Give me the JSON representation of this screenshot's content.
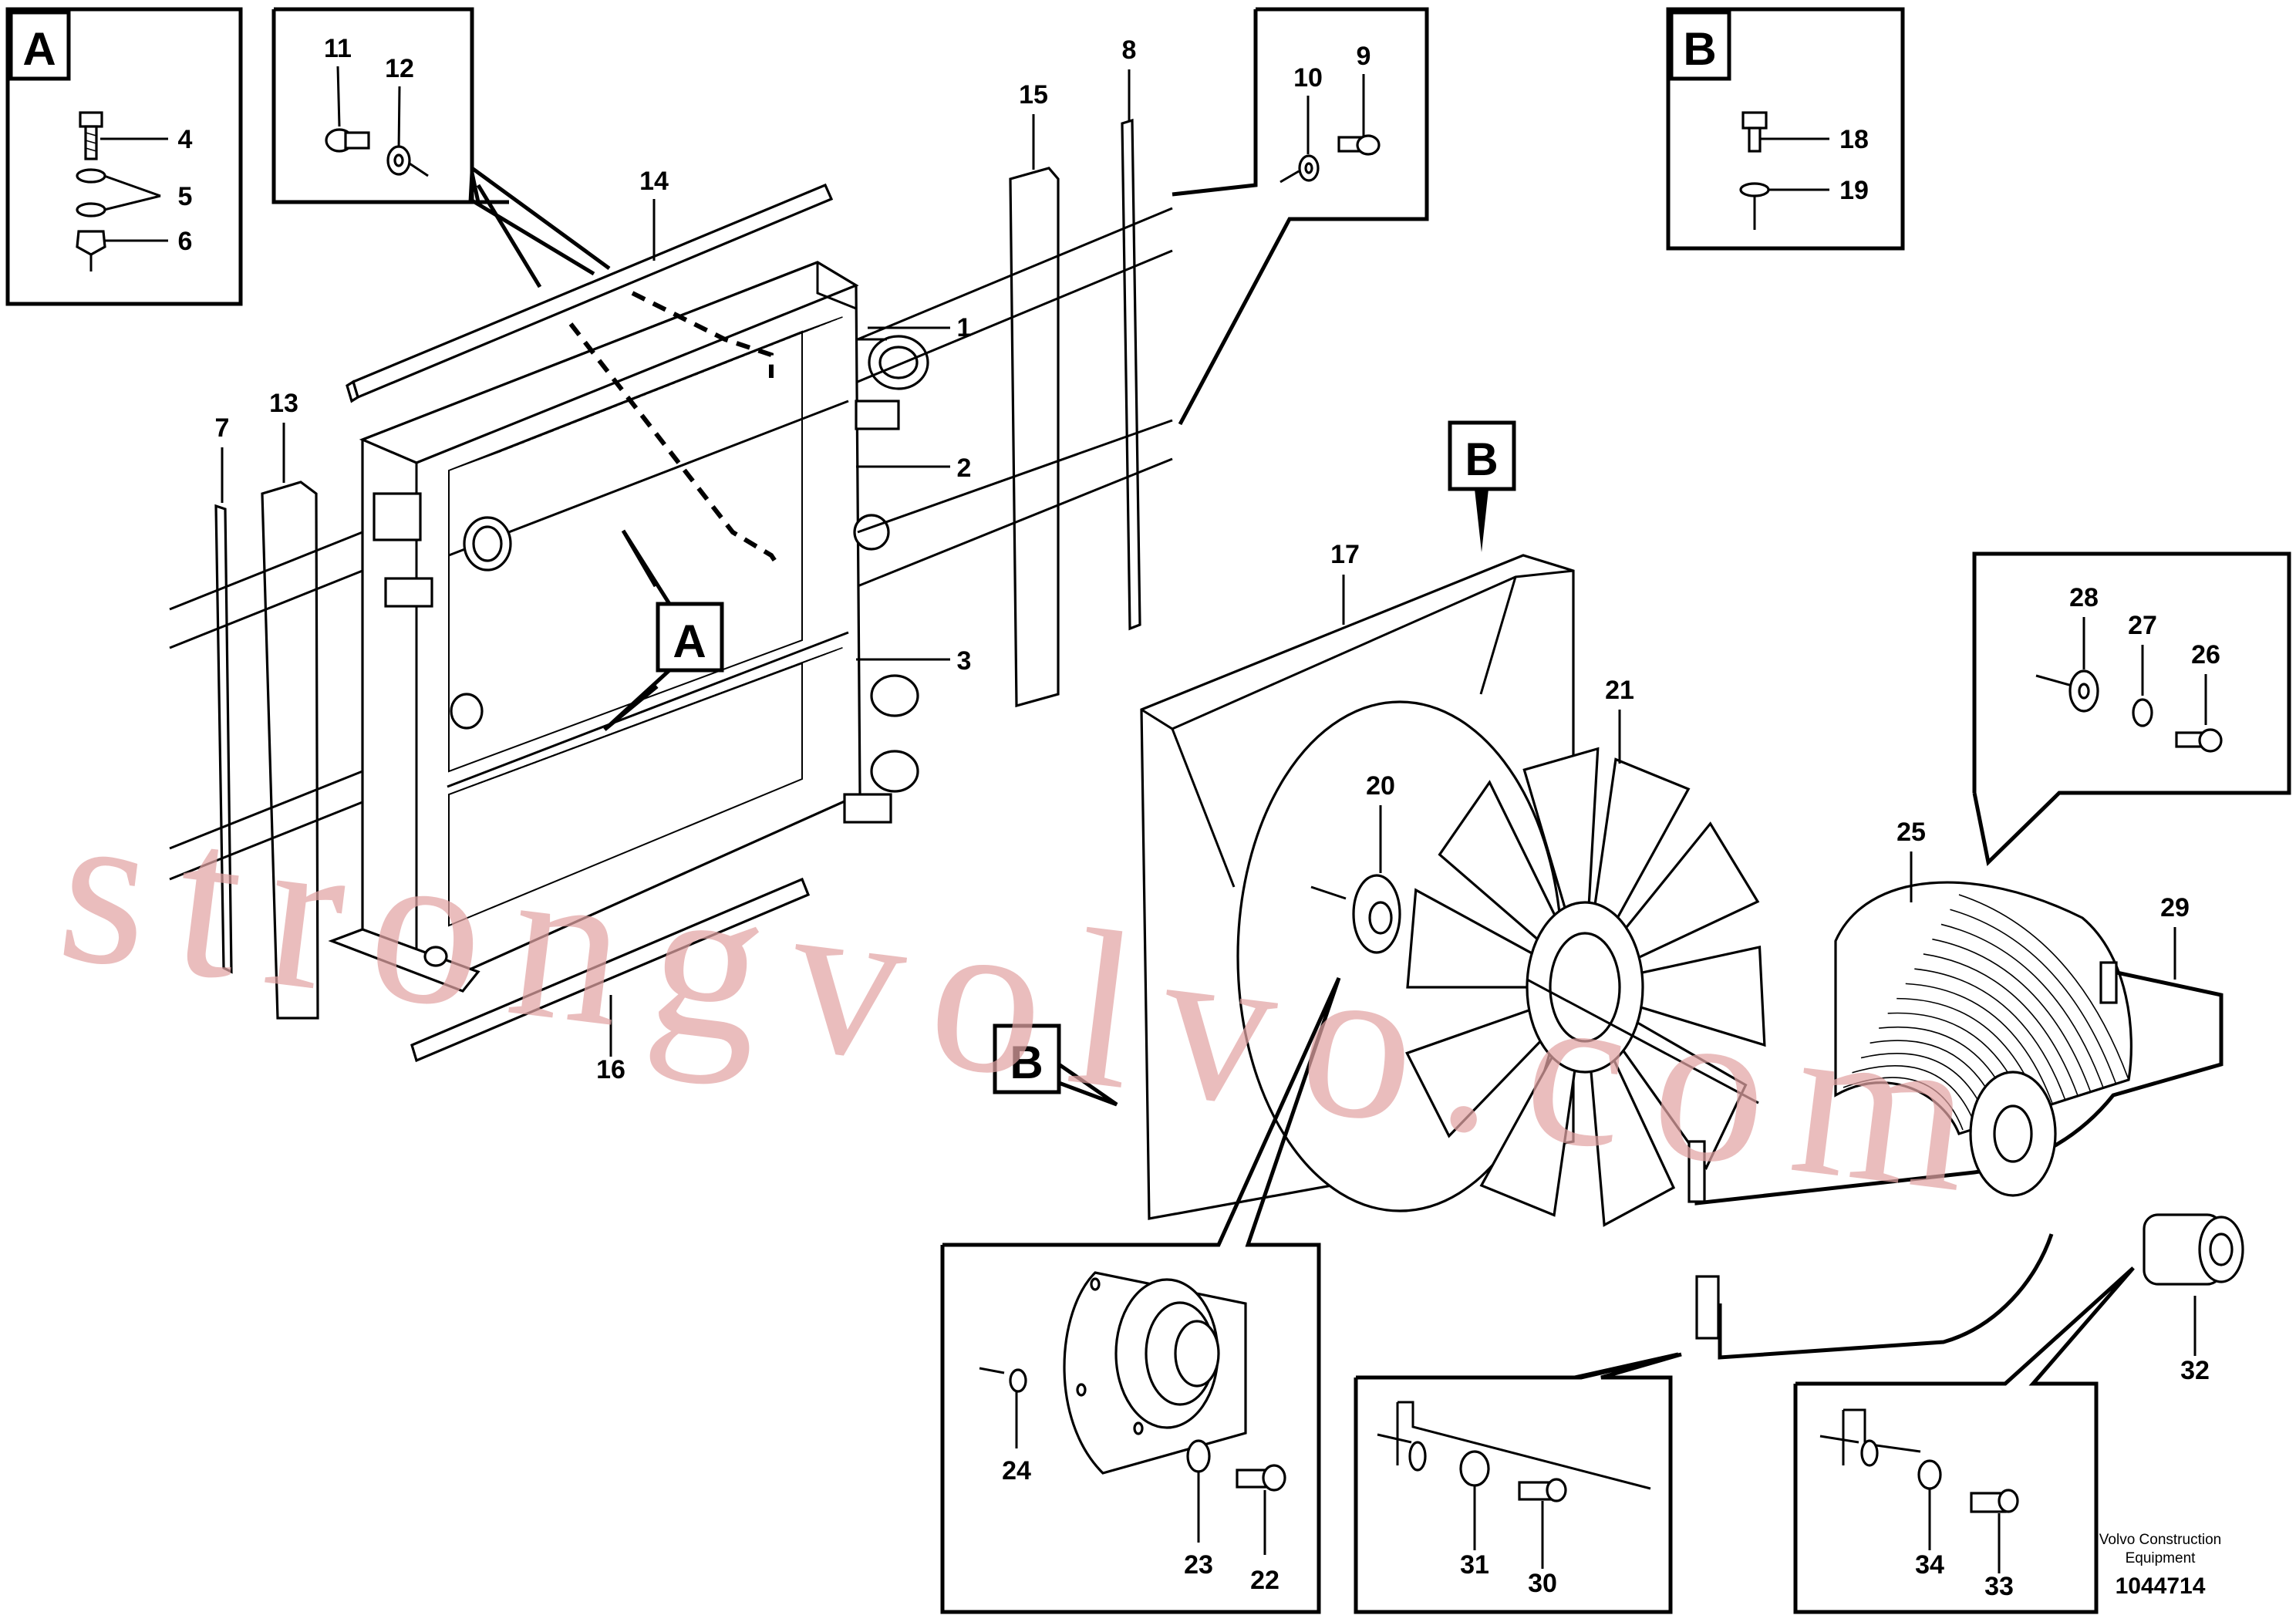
{
  "diagram": {
    "part_numbers": {
      "p1": "1",
      "p2": "2",
      "p3": "3",
      "p4": "4",
      "p5": "5",
      "p6": "6",
      "p7": "7",
      "p8": "8",
      "p9": "9",
      "p10": "10",
      "p11": "11",
      "p12": "12",
      "p13": "13",
      "p14": "14",
      "p15": "15",
      "p16": "16",
      "p17": "17",
      "p18": "18",
      "p19": "19",
      "p20": "20",
      "p21": "21",
      "p22": "22",
      "p23": "23",
      "p24": "24",
      "p25": "25",
      "p26": "26",
      "p27": "27",
      "p28": "28",
      "p29": "29",
      "p30": "30",
      "p31": "31",
      "p32": "32",
      "p33": "33",
      "p34": "34"
    },
    "detail_letters": {
      "a": "A",
      "b": "B"
    },
    "watermark": "strongvolvo.com",
    "footer": {
      "brand_line1": "Volvo Construction",
      "brand_line2": "Equipment",
      "drawing_number": "1044714"
    }
  }
}
